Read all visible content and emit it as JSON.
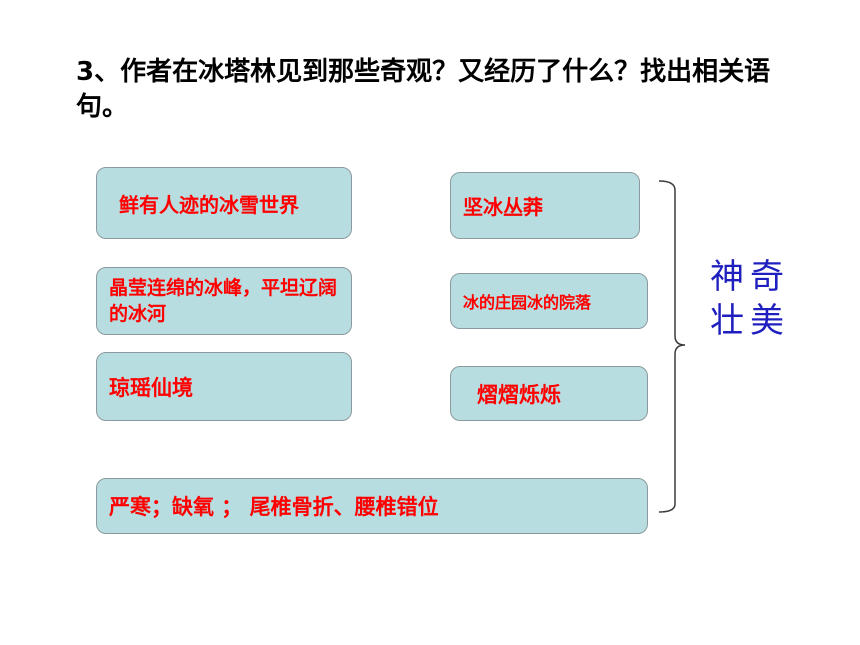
{
  "question": "3、作者在冰塔林见到那些奇观？又经历了什么？找出相关语句。",
  "left_boxes": [
    "鲜有人迹的冰雪世界",
    "晶莹连绵的冰峰，平坦辽阔的冰河",
    "琼瑶仙境"
  ],
  "right_boxes": [
    "坚冰丛莽",
    "冰的庄园冰的院落",
    "熠熠烁烁"
  ],
  "bottom_box": "严寒；缺氧 ； 尾椎骨折、腰椎错位",
  "conclusion": "神奇壮美",
  "colors": {
    "box_fill": "#b8dde0",
    "box_border": "#8b9a9e",
    "box_text": "#ff0000",
    "conclusion_text": "#1f1fbf"
  }
}
